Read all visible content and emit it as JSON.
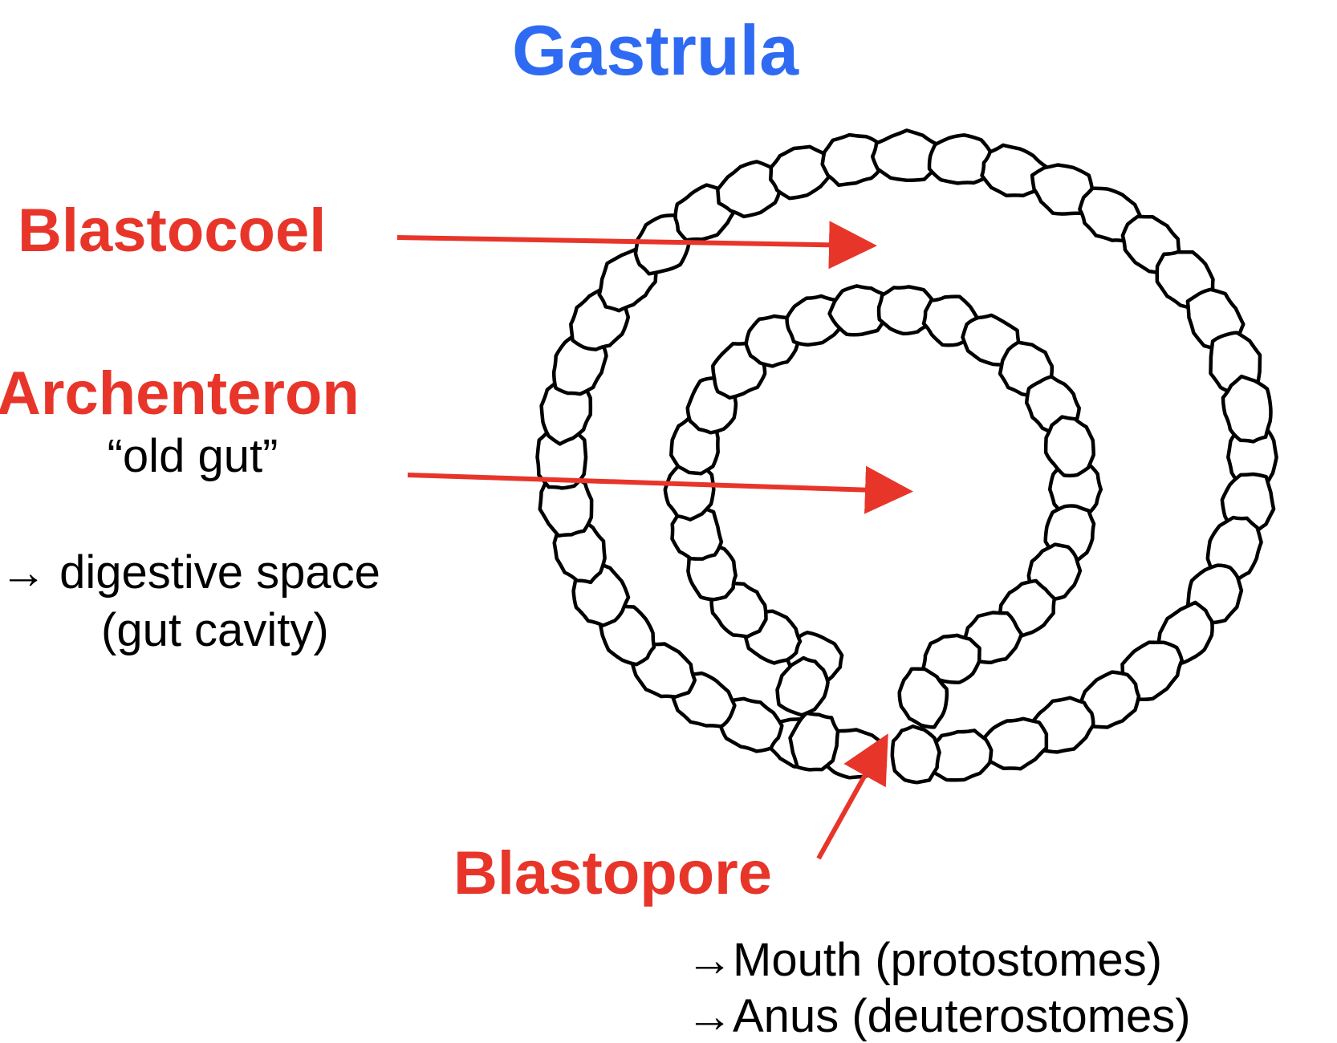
{
  "title": "Gastrula",
  "colors": {
    "title": "#2f6bf2",
    "label": "#e8352a",
    "arrow": "#e8352a",
    "outline": "#000000"
  },
  "labels": {
    "blastocoel": "Blastocoel",
    "archenteron": "Archenteron",
    "archenteron_note": "“old gut”",
    "archenteron_fate_1": "→ digestive space",
    "archenteron_fate_2": "(gut cavity)",
    "blastopore": "Blastopore",
    "blastopore_fate_1": "→Mouth (protostomes)",
    "blastopore_fate_2": "→Anus (deuterostomes)"
  }
}
